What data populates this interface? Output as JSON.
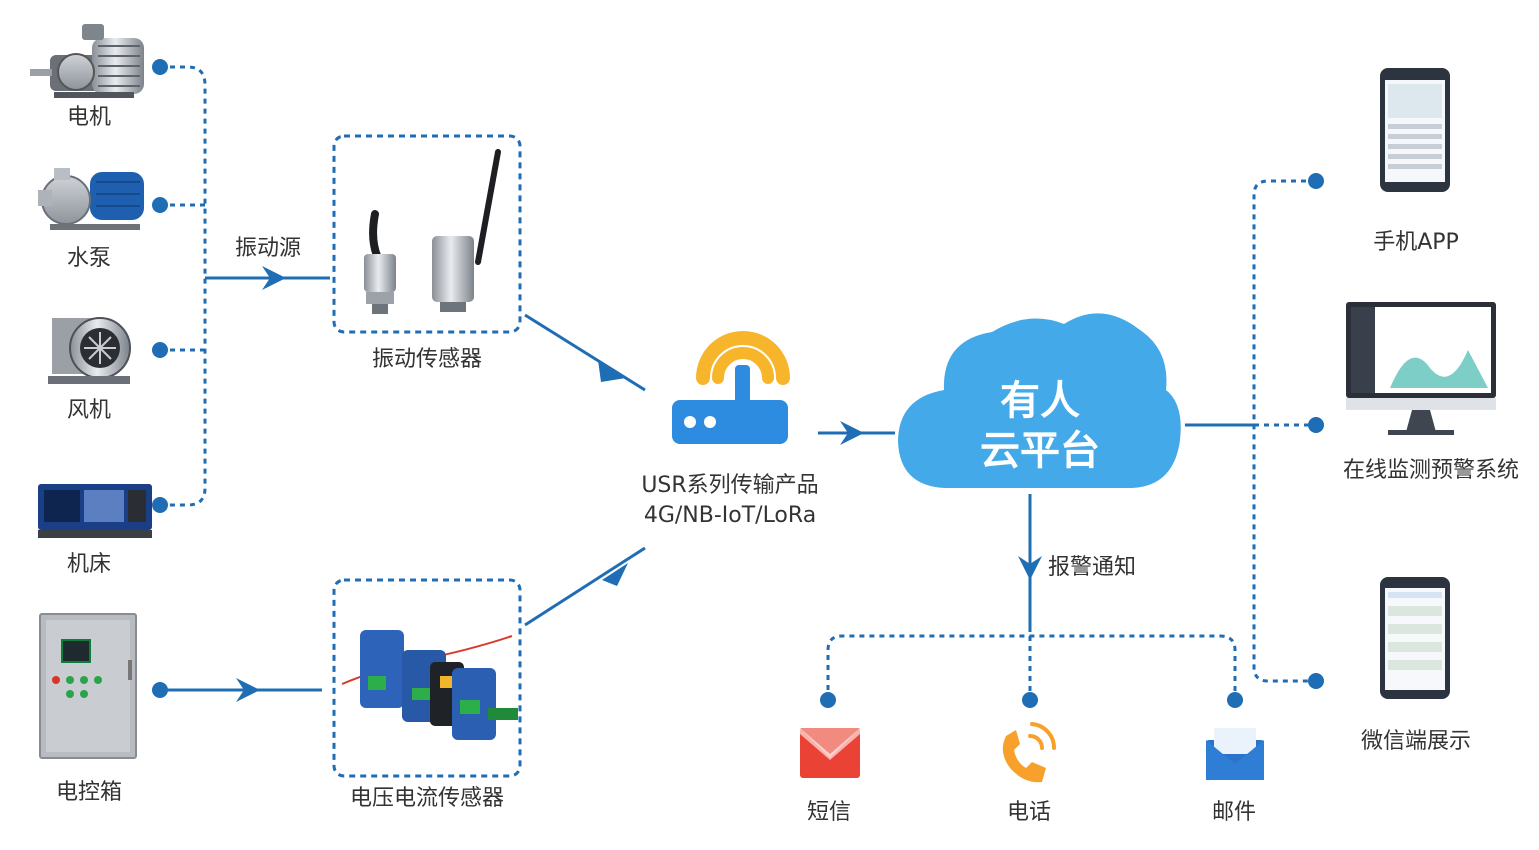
{
  "sources": [
    {
      "id": "motor",
      "label": "电机",
      "icon": "electric-motor-icon"
    },
    {
      "id": "pump",
      "label": "水泵",
      "icon": "water-pump-icon"
    },
    {
      "id": "fan",
      "label": "风机",
      "icon": "centrifugal-fan-icon"
    },
    {
      "id": "lathe",
      "label": "机床",
      "icon": "machine-tool-icon"
    },
    {
      "id": "cabinet",
      "label": "电控箱",
      "icon": "control-cabinet-icon"
    }
  ],
  "vibration_source_label": "振动源",
  "vibration_sensor": {
    "label": "振动传感器",
    "icon": "vibration-sensor-icon"
  },
  "current_sensor": {
    "label": "电压电流传感器",
    "icon": "current-sensor-icon"
  },
  "transmitter": {
    "line1": "USR系列传输产品",
    "line2": "4G/NB-IoT/LoRa",
    "icon": "wireless-router-icon"
  },
  "cloud": {
    "line1": "有人",
    "line2": "云平台",
    "icon": "cloud-icon"
  },
  "alarm_label": "报警通知",
  "alerts": [
    {
      "id": "sms",
      "label": "短信",
      "icon": "sms-envelope-icon"
    },
    {
      "id": "phone",
      "label": "电话",
      "icon": "phone-call-icon"
    },
    {
      "id": "email",
      "label": "邮件",
      "icon": "email-icon"
    }
  ],
  "outputs": [
    {
      "id": "app",
      "label": "手机APP",
      "icon": "mobile-phone-icon"
    },
    {
      "id": "monitor",
      "label": "在线监测预警系统",
      "icon": "monitor-dashboard-icon"
    },
    {
      "id": "wechat",
      "label": "微信端展示",
      "icon": "wechat-tablet-icon"
    }
  ],
  "colors": {
    "line": "#1E6DB5",
    "cloud": "#43A9E8",
    "wifi": "#F7B52C",
    "router": "#2E8CE0",
    "text": "#333333"
  }
}
